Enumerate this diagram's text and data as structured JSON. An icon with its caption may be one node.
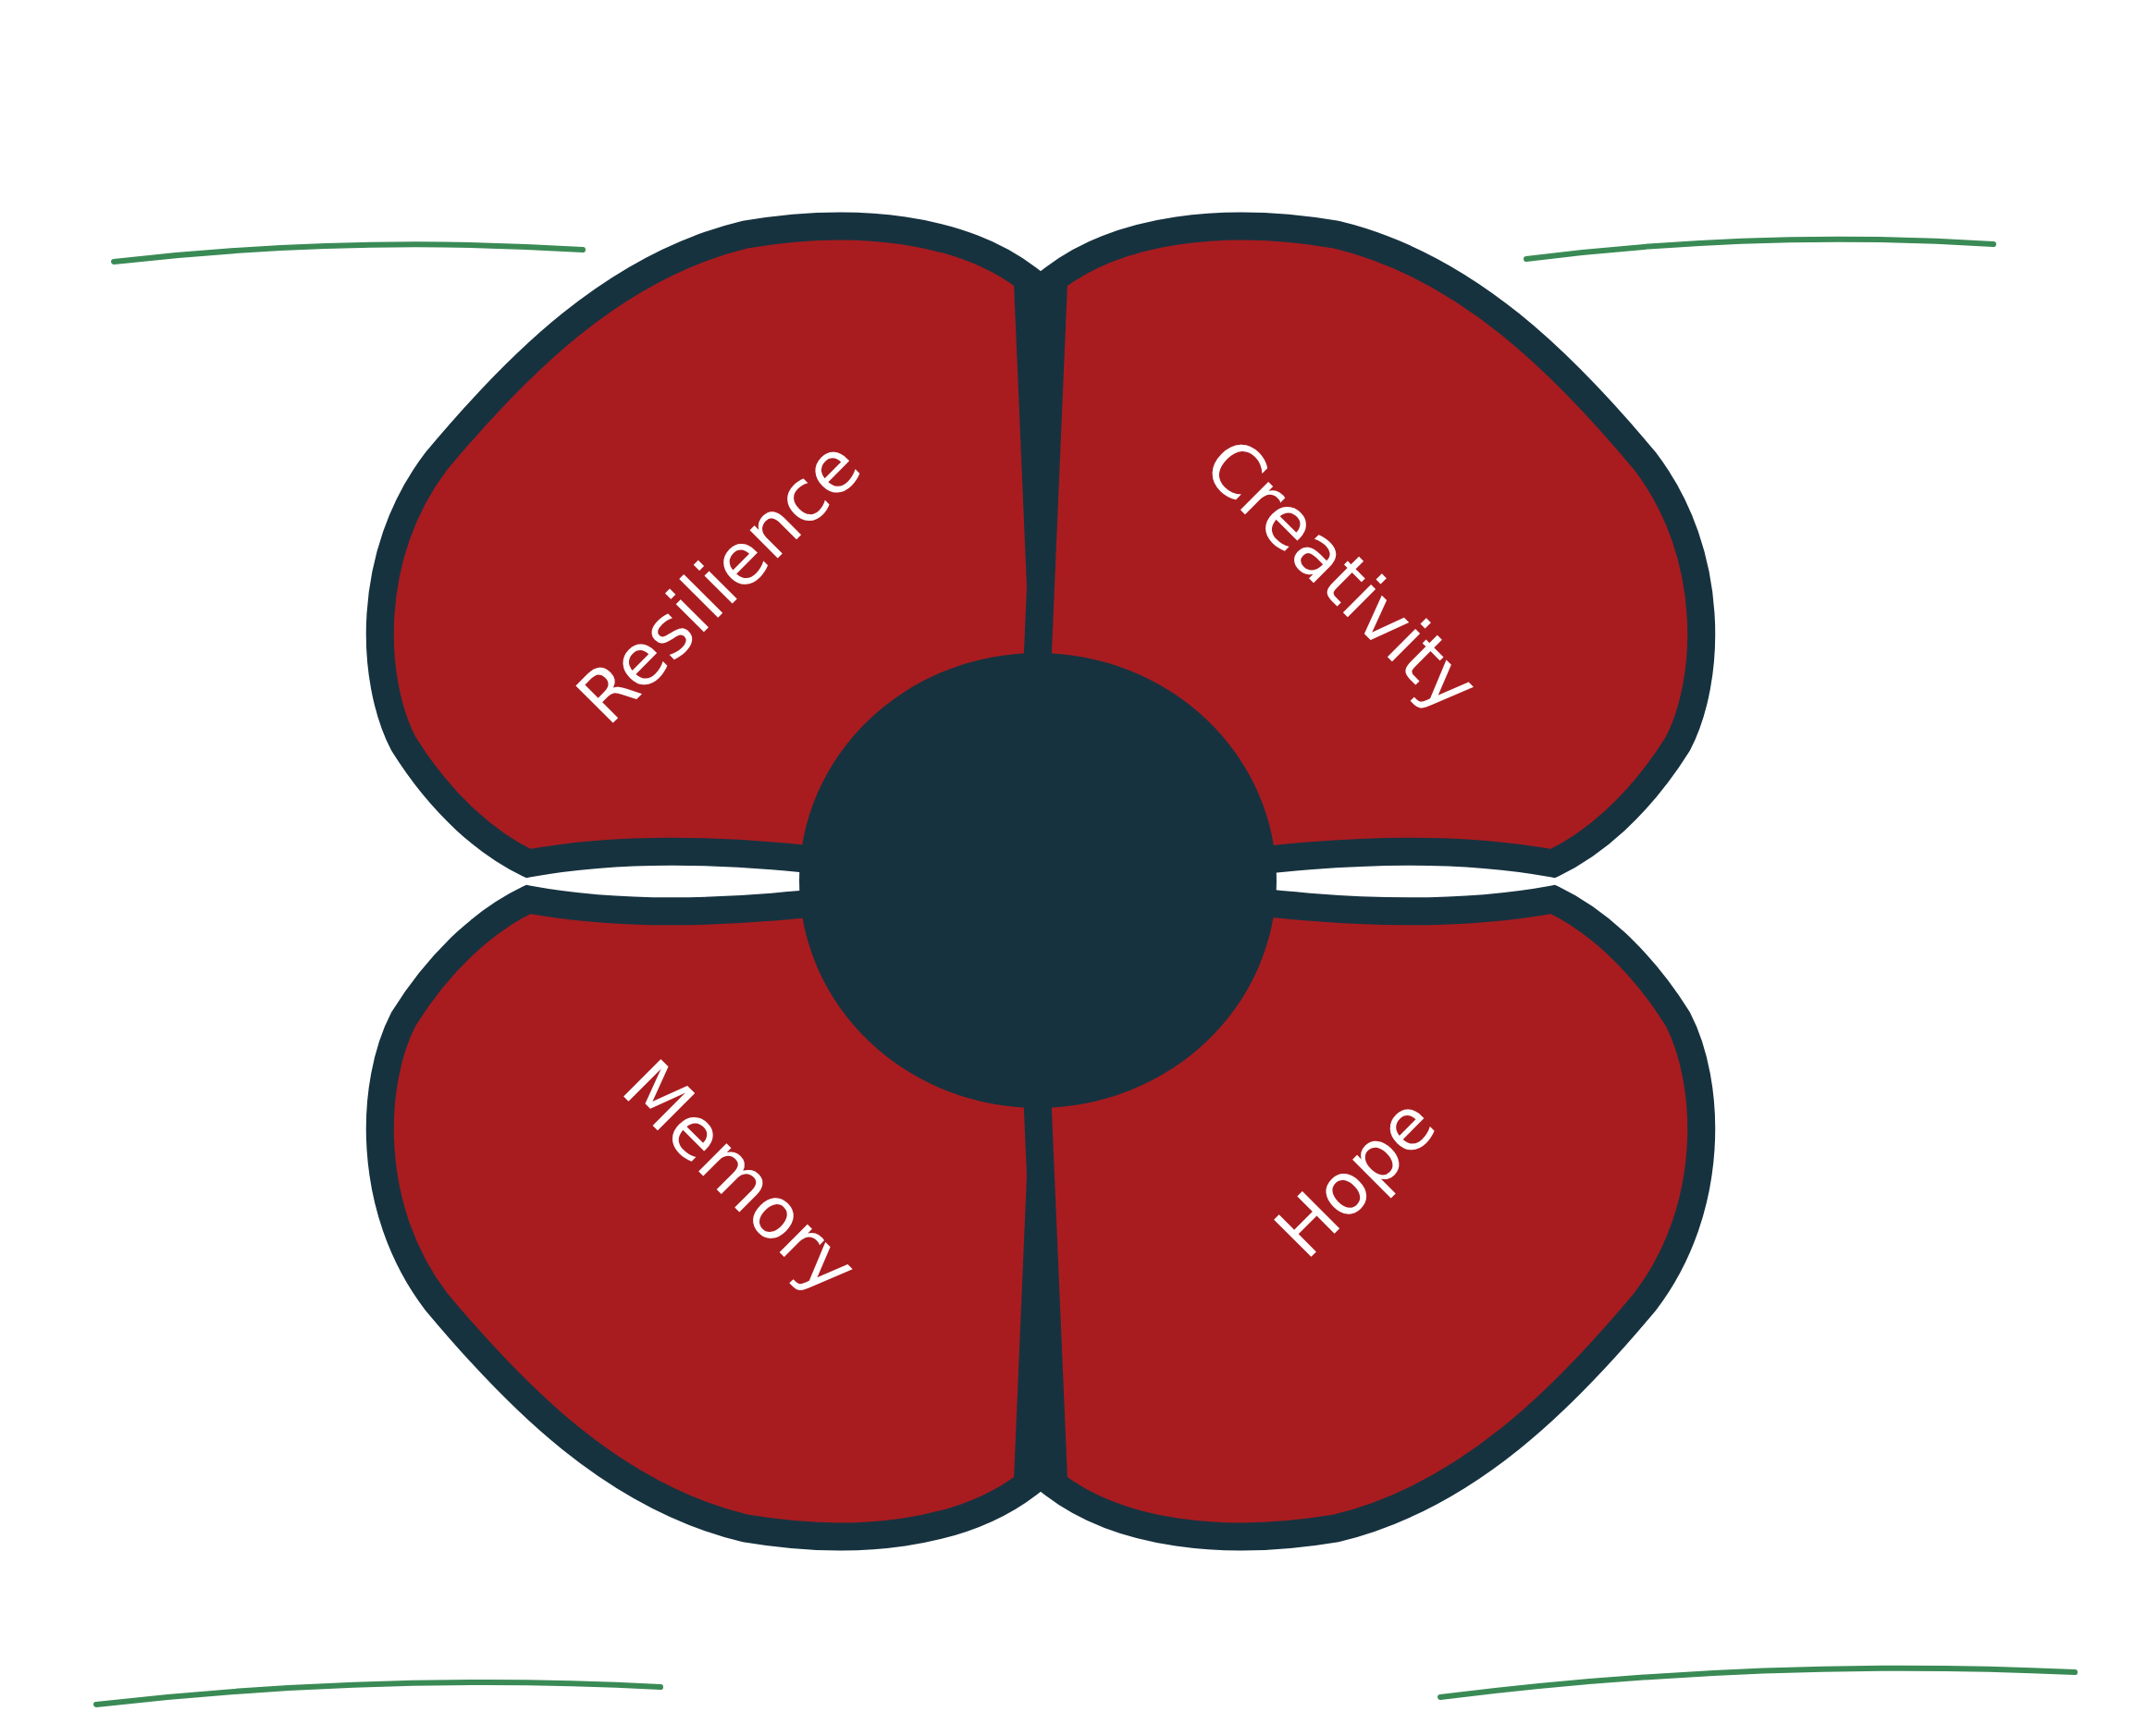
{
  "diagram": {
    "nodes": [
      {
        "text": [
          "Resilience"
        ]
      },
      {
        "text": [
          "Creativity"
        ]
      },
      {
        "text": [
          "Memory"
        ]
      },
      {
        "text": [
          "Hope"
        ]
      },
      {
        "text": [],
        "shape": "circle"
      }
    ]
  }
}
